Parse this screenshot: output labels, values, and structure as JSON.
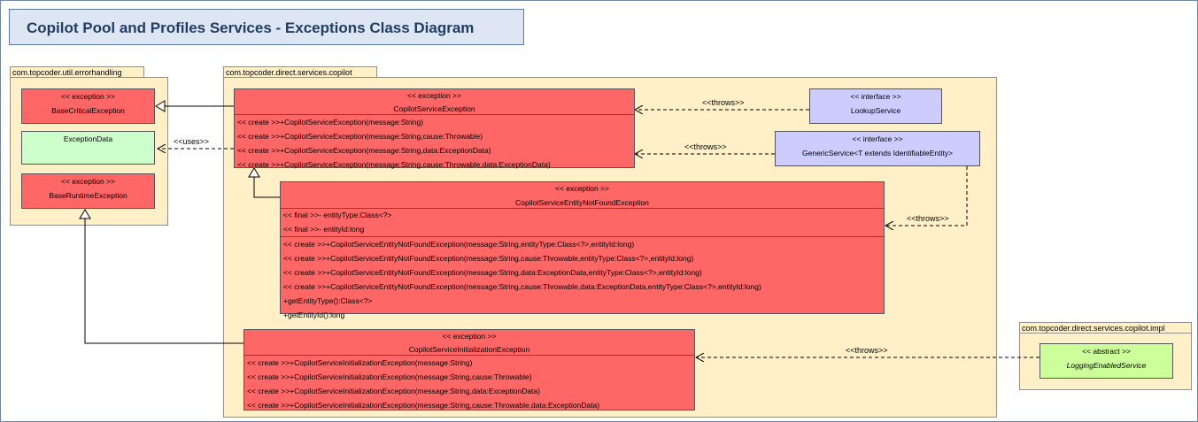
{
  "title": "Copilot Pool and Profiles Services - Exceptions Class Diagram",
  "packages": {
    "errorhandling": "com.topcoder.util.errorhandling",
    "copilot": "com.topcoder.direct.services.copilot",
    "impl": "com.topcoder.direct.services.copilot.impl"
  },
  "stereotypes": {
    "exception": "<< exception >>",
    "interface": "<< interface >>",
    "abstract": "<< abstract >>"
  },
  "classes": {
    "base_critical": "BaseCriticalException",
    "exception_data": "ExceptionData",
    "base_runtime": "BaseRuntimeException",
    "copilot_service_exception": {
      "name": "CopilotServiceException",
      "ops": [
        "<< create >>+CopilotServiceException(message:String)",
        "<< create >>+CopilotServiceException(message:String,cause:Throwable)",
        "<< create >>+CopilotServiceException(message:String,data:ExceptionData)",
        "<< create >>+CopilotServiceException(message:String,cause:Throwable,data:ExceptionData)"
      ]
    },
    "lookup_service": "LookupService",
    "generic_service": "GenericService<T extends IdentifiableEntity>",
    "entity_not_found": {
      "name": "CopilotServiceEntityNotFoundException",
      "attrs": [
        "<< final >>- entityType:Class<?>",
        "<< final >>- entityId:long"
      ],
      "ops": [
        "<< create >>+CopilotServiceEntityNotFoundException(message:String,entityType:Class<?>,entityId:long)",
        "<< create >>+CopilotServiceEntityNotFoundException(message:String,cause:Throwable,entityType:Class<?>,entityId:long)",
        "<< create >>+CopilotServiceEntityNotFoundException(message:String,data:ExceptionData,entityType:Class<?>,entityId:long)",
        "<< create >>+CopilotServiceEntityNotFoundException(message:String,cause:Throwable,data:ExceptionData,entityType:Class<?>,entityId:long)",
        "+getEntityType():Class<?>",
        "+getEntityId():long"
      ]
    },
    "initialization": {
      "name": "CopilotServiceInitializationException",
      "ops": [
        "<< create >>+CopilotServiceInitializationException(message:String)",
        "<< create >>+CopilotServiceInitializationException(message:String,cause:Throwable)",
        "<< create >>+CopilotServiceInitializationException(message:String,data:ExceptionData)",
        "<< create >>+CopilotServiceInitializationException(message:String,cause:Throwable,data:ExceptionData)"
      ]
    },
    "logging_enabled": "LoggingEnabledService"
  },
  "edge_labels": {
    "uses": "<<uses>>",
    "throws": "<<throws>>"
  },
  "colors": {
    "exception": "#ff6666",
    "interface": "#ccccff",
    "exception_data": "#ccffcc",
    "abstract": "#ccff99",
    "package": "#fff0c8"
  }
}
